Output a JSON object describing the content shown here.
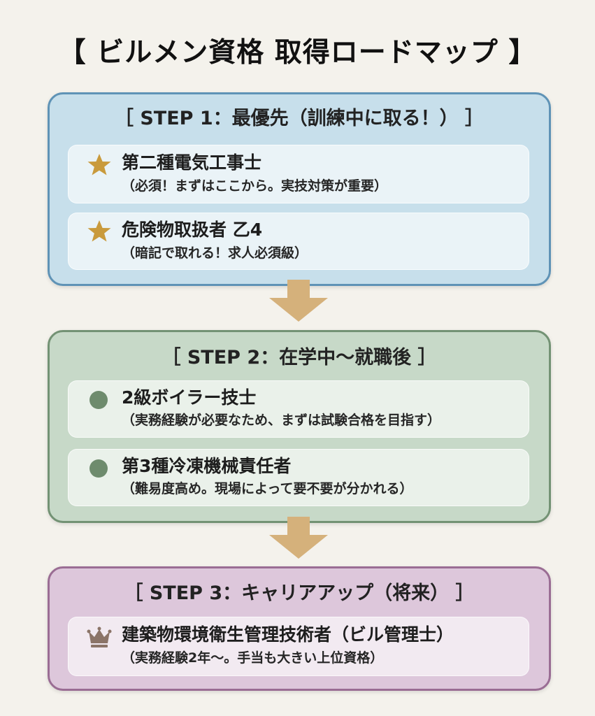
{
  "header": {
    "title": "【 ビルメン資格 取得ロードマップ 】"
  },
  "steps": [
    {
      "title": "［ STEP 1：最優先（訓練中に取る！） ］",
      "items": [
        {
          "icon": "star-icon",
          "name": "第二種電気工事士",
          "note": "（必須！まずはここから。実技対策が重要）"
        },
        {
          "icon": "star-icon",
          "name": "危険物取扱者 乙4",
          "note": "（暗記で取れる！求人必須級）"
        }
      ]
    },
    {
      "title": "［ STEP 2：在学中〜就職後 ］",
      "items": [
        {
          "icon": "circle-icon",
          "name": "2級ボイラー技士",
          "note": "（実務経験が必要なため、まずは試験合格を目指す）"
        },
        {
          "icon": "circle-icon",
          "name": "第3種冷凍機械責任者",
          "note": "（難易度高め。現場によって要不要が分かれる）"
        }
      ]
    },
    {
      "title": "［ STEP 3：キャリアアップ（将来） ］",
      "items": [
        {
          "icon": "crown-icon",
          "name": "建築物環境衛生管理技術者（ビル管理士）",
          "note": "（実務経験2年〜。手当も大きい上位資格）"
        }
      ]
    }
  ],
  "colors": {
    "background": "#f4f2ec",
    "step1_fill": "#c7dfeb",
    "step1_border": "#5f93b6",
    "step2_fill": "#c7d9c8",
    "step2_border": "#739274",
    "step3_fill": "#ddc7db",
    "step3_border": "#9a6d94",
    "star": "#c99a3c",
    "circle": "#6e8b6d",
    "crown": "#8b7468",
    "arrow": "#d5b17b"
  }
}
